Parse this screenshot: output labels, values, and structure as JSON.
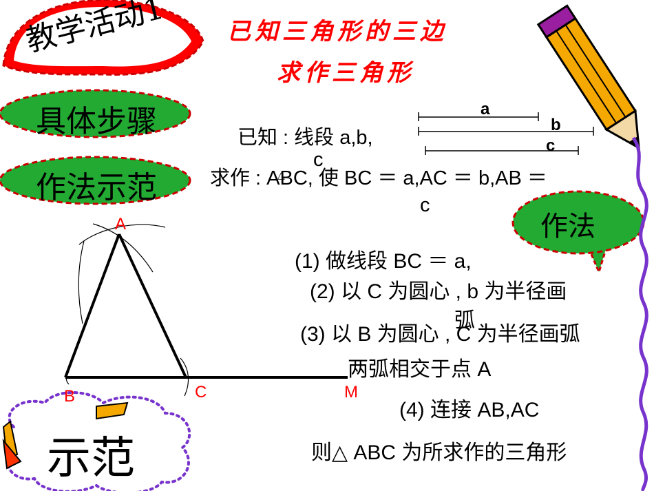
{
  "badge": {
    "title": "教学活动1"
  },
  "buttons": {
    "steps": "具体步骤",
    "demo": "作法示范",
    "method": "作法",
    "show": "示范"
  },
  "heading": {
    "line1": "已知三角形的三边",
    "line2": "求作三角形"
  },
  "given": {
    "text": "已知 : 线段 a,b,",
    "c_overlap": "c",
    "segments": [
      "a",
      "b",
      "c"
    ]
  },
  "task": {
    "line1": "求作 : ABC, 使 BC ＝ a,AC ＝ b,AB ＝",
    "triangle_symbol": "△",
    "line2": "c"
  },
  "figure": {
    "points": [
      "A",
      "B",
      "C",
      "M"
    ]
  },
  "steps": {
    "s1": "(1) 做线段 BC ＝ a,",
    "s2": "(2) 以 C 为圆心 , b 为半径画",
    "s2_tail": "弧",
    "s3": "(3) 以 B 为圆心 , C 为半径画弧",
    "s3b": "两弧相交于点 A",
    "s4": "(4) 连接 AB,AC",
    "s5": "则△ ABC 为所求作的三角形"
  },
  "colors": {
    "title_red": "#ff0000",
    "badge_fill": "#ff0000",
    "badge_inner": "#ffffff",
    "oval_green": "#22aa33",
    "oval_dash": "#cc0000",
    "purple_dots": "#7733cc",
    "pencil_yellow": "#f5a800"
  }
}
